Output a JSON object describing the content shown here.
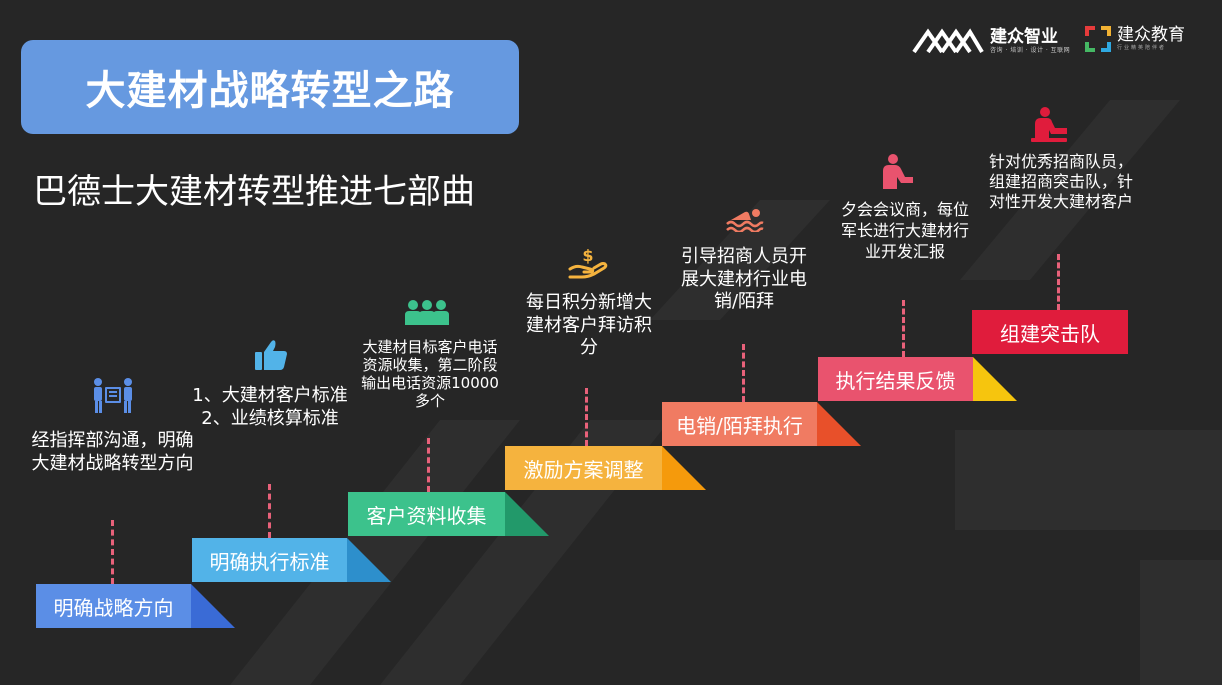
{
  "title": "大建材战略转型之路",
  "subtitle": "巴德士大建材转型推进七部曲",
  "logos": {
    "jz_zhiye": {
      "name": "建众智业",
      "tagline": "咨询 · 培训 · 设计 · 互联网"
    },
    "jz_jiaoyu": {
      "name": "建众教育",
      "tagline": "行业精英陪伴者"
    }
  },
  "steps": [
    {
      "label": "明确战略方向",
      "color": "#5b8ee6",
      "desc": "经指挥部沟通，明确大建材战略转型方向",
      "icon": "team-board-icon"
    },
    {
      "label": "明确执行标准",
      "color": "#52b3e8",
      "desc": "1、大建材客户标准\n2、业绩核算标准",
      "icon": "thumbs-up-icon"
    },
    {
      "label": "客户资料收集",
      "color": "#3cc28c",
      "desc": "大建材目标客户电话资源收集，第二阶段输出电话资源10000多个",
      "icon": "group-icon"
    },
    {
      "label": "激励方案调整",
      "color": "#f5b33e",
      "desc": "每日积分新增大建材客户拜访积分",
      "icon": "money-hand-icon"
    },
    {
      "label": "电销/陌拜执行",
      "color": "#f07b62",
      "desc": "引导招商人员开展大建材行业电销/陌拜",
      "icon": "swimming-icon"
    },
    {
      "label": "执行结果反馈",
      "color": "#e9536e",
      "desc": "夕会会议商，每位军长进行大建材行业开发汇报",
      "icon": "meeting-icon"
    },
    {
      "label": "组建突击队",
      "color": "#e01c3c",
      "desc": "针对优秀招商队员，组建招商突击队，针对性开发大建材客户",
      "icon": "presenter-icon"
    }
  ]
}
